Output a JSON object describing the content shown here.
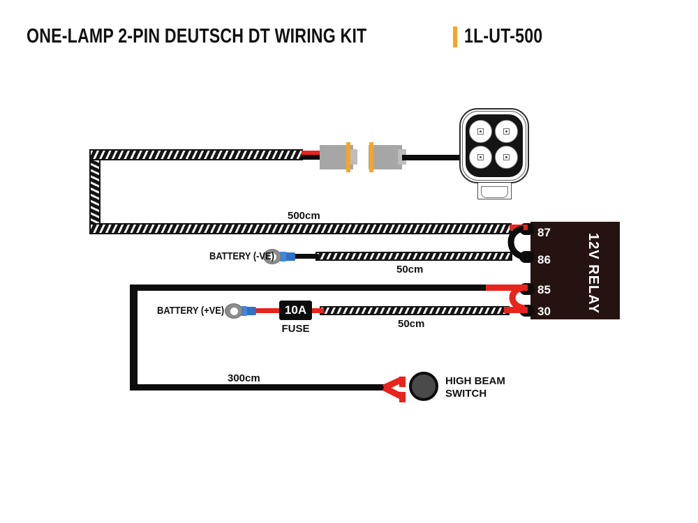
{
  "header": {
    "title": "ONE-LAMP 2-PIN DEUTSCH DT WIRING KIT",
    "separator_color": "#F5A623",
    "part_number": "1L-UT-500"
  },
  "diagram": {
    "type": "wiring-diagram",
    "background": "#ffffff",
    "measurements": [
      {
        "id": "lamp-loom",
        "label": "500cm"
      },
      {
        "id": "earth-lead",
        "label": "50cm"
      },
      {
        "id": "power-lead",
        "label": "50cm"
      },
      {
        "id": "switch-lead",
        "label": "300cm"
      }
    ],
    "components": {
      "lamp": {
        "name": "LED work lamp",
        "led_count": 4,
        "bezel_color": "#141414",
        "housing_color": "#ffffff"
      },
      "connector": {
        "name": "2-Pin Deutsch DT connector",
        "body_color": "#a6a6a6",
        "wedge_color": "#F5A623"
      },
      "relay": {
        "name": "12V RELAY",
        "body_color": "#241310",
        "terminals": [
          "87",
          "86",
          "85",
          "30"
        ]
      },
      "fuse": {
        "rating": "10A",
        "caption": "FUSE",
        "body_color": "#0d0d0d"
      },
      "switch": {
        "label_line1": "HIGH BEAM",
        "label_line2": "SWITCH",
        "button_color": "#4a4a4a"
      },
      "battery_negative": {
        "label": "BATTERY (-VE)"
      },
      "battery_positive": {
        "label": "BATTERY (+VE)"
      }
    },
    "wire_colors": {
      "positive": "#e8241c",
      "negative": "#0d0d0d",
      "sheath": "#151515"
    }
  }
}
